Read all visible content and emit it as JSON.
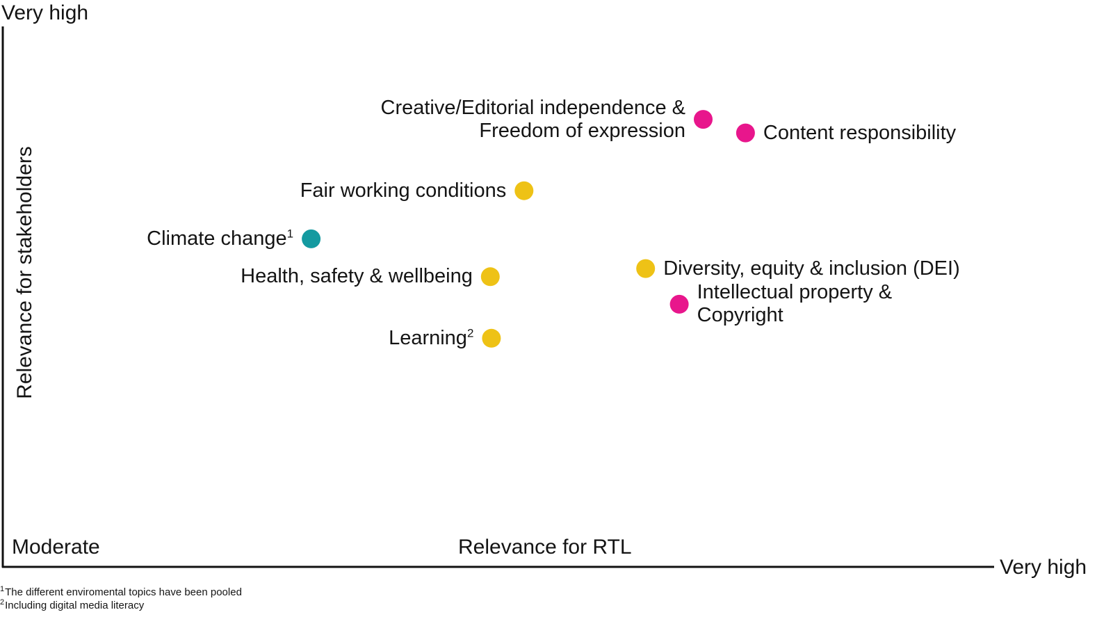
{
  "chart_data": {
    "type": "scatter",
    "xlabel": "Relevance for RTL",
    "ylabel": "Relevance for stakeholders",
    "x_low_label": "Moderate",
    "x_high_label": "Very high",
    "y_high_label": "Very high",
    "xlim": [
      0,
      100
    ],
    "ylim": [
      0,
      100
    ],
    "colors": {
      "pink": "#e8168c",
      "yellow": "#eec216",
      "teal": "#149aa0"
    },
    "points": [
      {
        "label": [
          "Creative/Editorial independence &",
          "Freedom of expression"
        ],
        "x": 64.5,
        "y": 82.8,
        "color": "pink",
        "label_side": "left"
      },
      {
        "label": [
          "Content responsibility"
        ],
        "x": 68.4,
        "y": 80.3,
        "color": "pink",
        "label_side": "right"
      },
      {
        "label": [
          "Fair working conditions"
        ],
        "x": 48.0,
        "y": 69.6,
        "color": "yellow",
        "label_side": "left"
      },
      {
        "label": [
          "Climate change"
        ],
        "sup": "1",
        "x": 28.4,
        "y": 60.7,
        "color": "teal",
        "label_side": "left"
      },
      {
        "label": [
          "Health, safety & wellbeing"
        ],
        "x": 44.9,
        "y": 53.7,
        "color": "yellow",
        "label_side": "left"
      },
      {
        "label": [
          "Diversity, equity & inclusion (DEI)"
        ],
        "x": 59.2,
        "y": 55.2,
        "color": "yellow",
        "label_side": "right"
      },
      {
        "label": [
          "Intellectual property &",
          "Copyright"
        ],
        "x": 62.3,
        "y": 48.6,
        "color": "pink",
        "label_side": "right"
      },
      {
        "label": [
          "Learning"
        ],
        "sup": "2",
        "x": 45.0,
        "y": 42.3,
        "color": "yellow",
        "label_side": "left"
      }
    ]
  },
  "footnotes": [
    {
      "mark": "1",
      "text": "The different enviromental topics have been pooled"
    },
    {
      "mark": "2",
      "text": "Including digital media literacy"
    }
  ]
}
